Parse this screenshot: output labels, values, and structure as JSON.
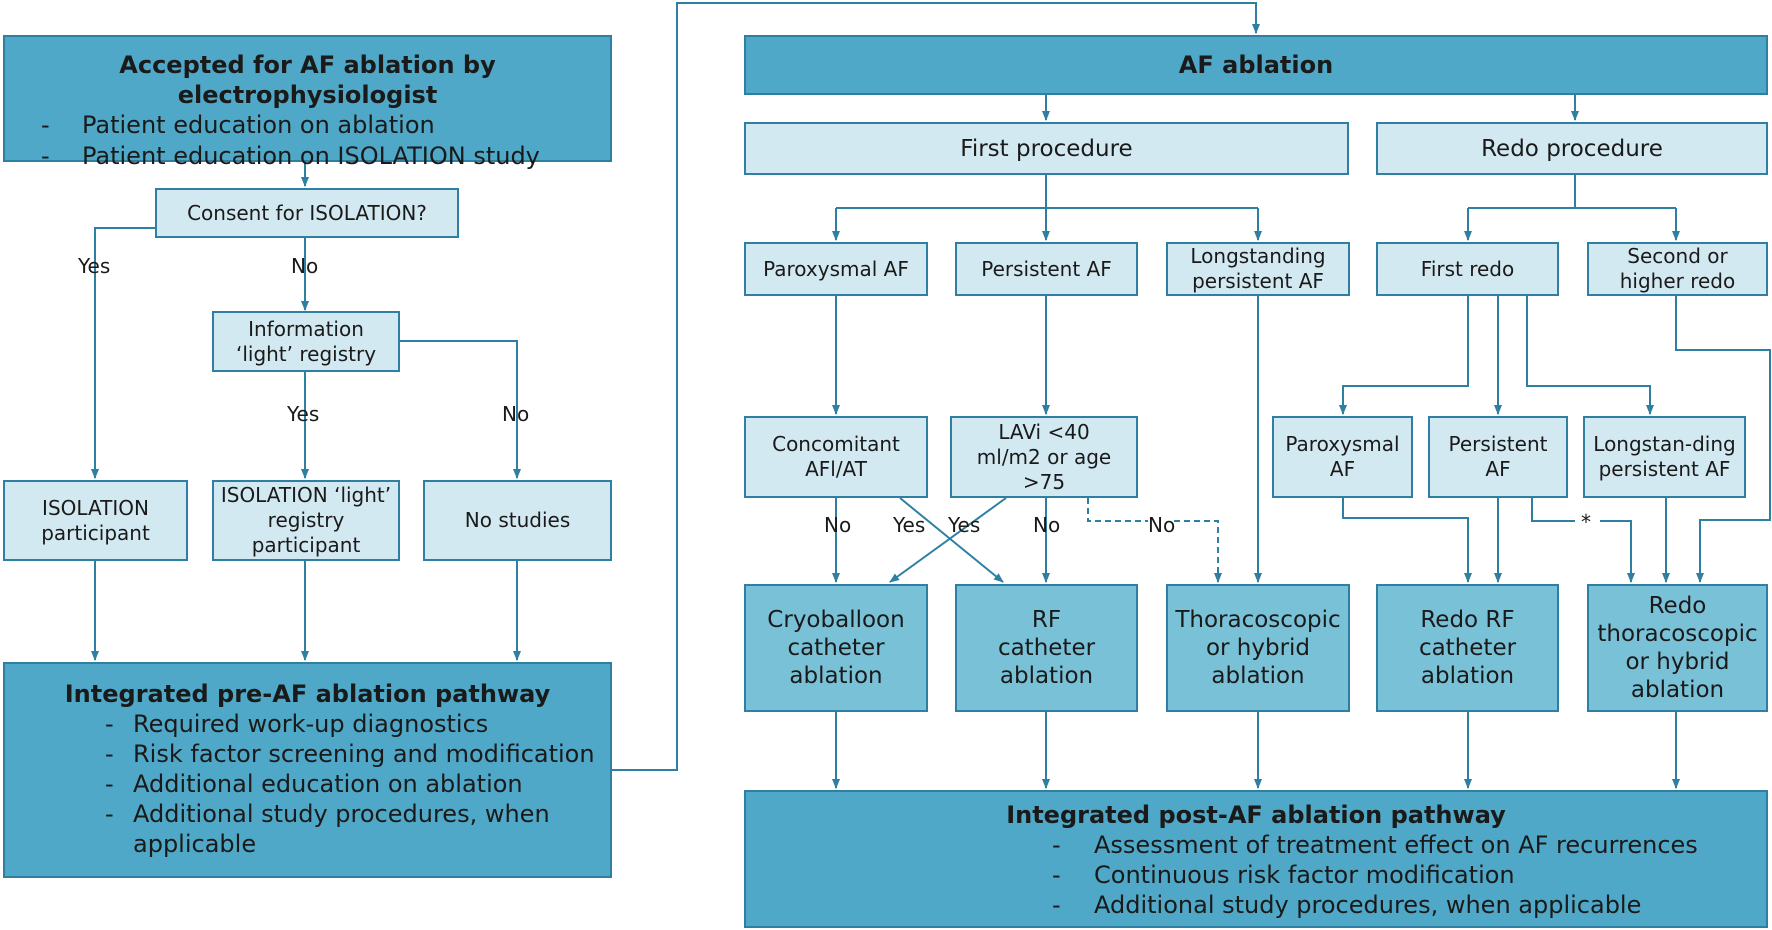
{
  "pre": {
    "accepted_title": "Accepted for AF ablation by electrophysiologist",
    "accepted_items": [
      "Patient education on ablation",
      "Patient education on ISOLATION study"
    ],
    "consent": "Consent for ISOLATION?",
    "yes": "Yes",
    "no": "No",
    "info_light": "Information ‘light’ registry",
    "isolation_participant": "ISOLATION participant",
    "light_participant": "ISOLATION ‘light’ registry participant",
    "no_studies": "No studies",
    "pathway_title": "Integrated pre-AF ablation pathway",
    "pathway_items": [
      "Required work-up diagnostics",
      "Risk factor screening and modification",
      "Additional education on ablation",
      "Additional study procedures, when applicable"
    ]
  },
  "ablation": {
    "title": "AF ablation",
    "first_procedure": "First procedure",
    "redo_procedure": "Redo procedure",
    "paroxysmal": "Paroxysmal AF",
    "persistent": "Persistent AF",
    "longstanding": "Longstanding persistent AF",
    "first_redo": "First redo",
    "second_redo": "Second or higher redo",
    "concomitant": "Concomitant AFl/AT",
    "lavi": "LAVi <40 ml/m2 or age >75",
    "redo_paroxysmal": "Paroxysmal AF",
    "redo_persistent": "Persistent AF",
    "redo_longstanding": "Longstan-ding persistent AF",
    "cryo": "Cryoballoon catheter ablation",
    "rf": "RF catheter ablation",
    "thoracoscopic": "Thoracoscopic or hybrid ablation",
    "redo_rf": "Redo RF catheter ablation",
    "redo_thoracoscopic": "Redo thoracoscopic or hybrid ablation",
    "yes": "Yes",
    "no": "No",
    "asterisk": "*"
  },
  "post": {
    "title": "Integrated post-AF ablation pathway",
    "items": [
      "Assessment of treatment effect on AF recurrences",
      "Continuous risk factor modification",
      "Additional study procedures, when applicable"
    ]
  },
  "colors": {
    "line": "#2f7fa3",
    "light": "#d3e9f2",
    "mid": "#79c1d7",
    "dark": "#4fa8c7"
  }
}
